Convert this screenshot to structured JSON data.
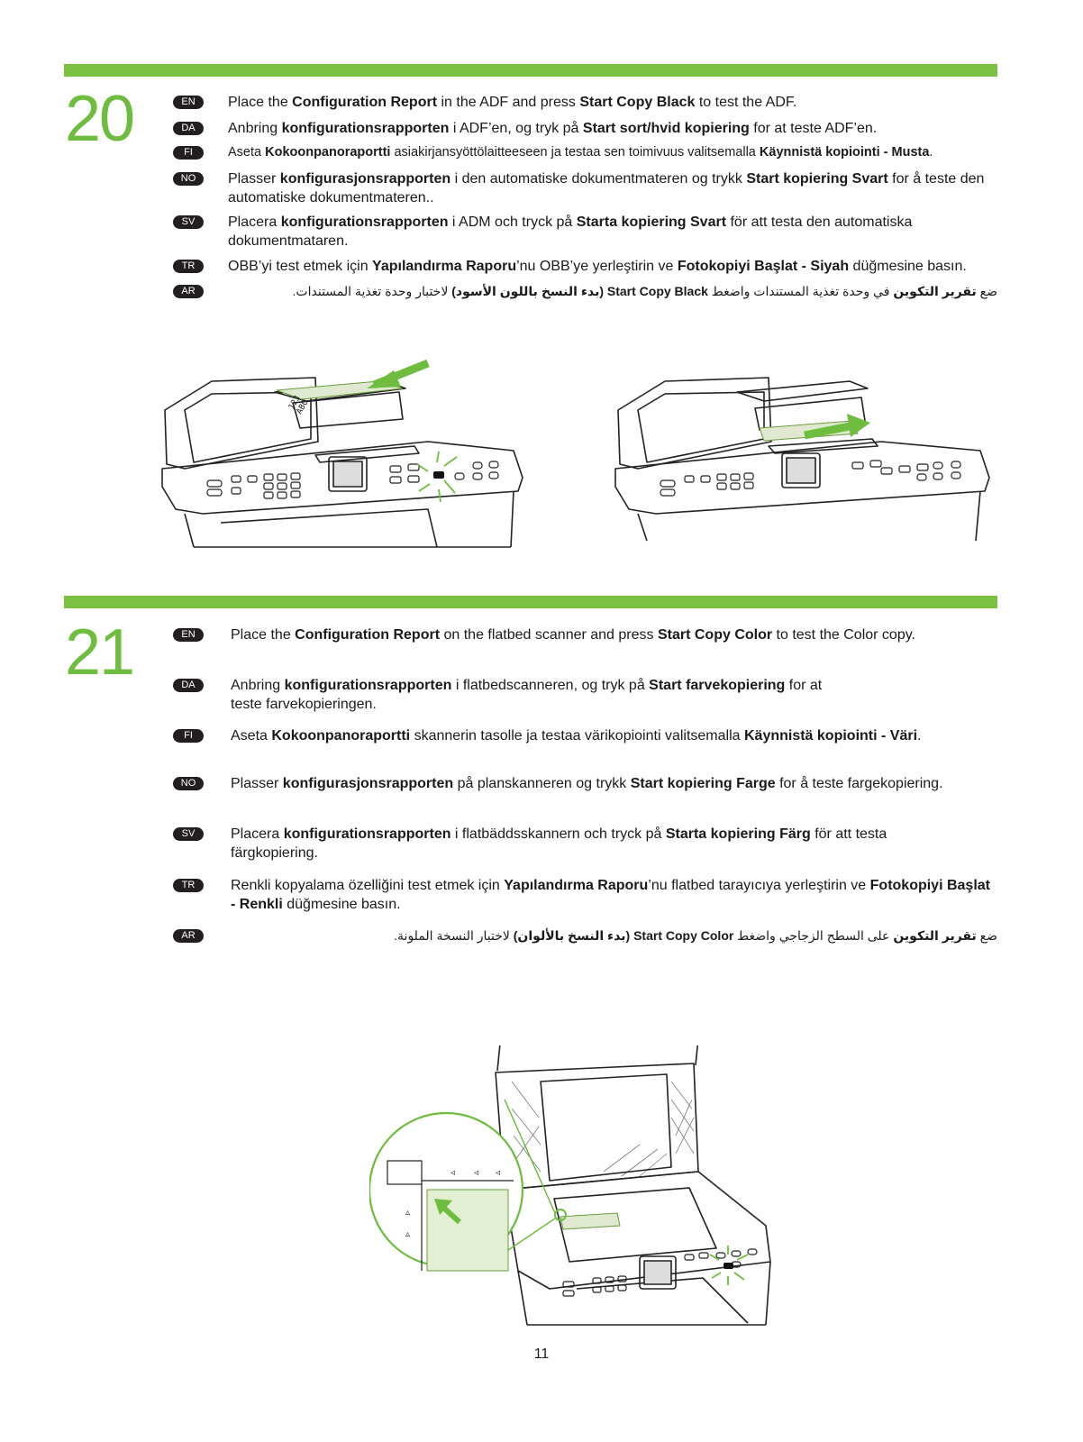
{
  "page_number": "11",
  "steps": [
    {
      "number": "20",
      "items": [
        {
          "lang": "EN",
          "parts": [
            {
              "t": "Place the ",
              "b": false
            },
            {
              "t": "Configuration Report",
              "b": true
            },
            {
              "t": " in the ADF and press ",
              "b": false
            },
            {
              "t": "Start Copy Black",
              "b": true
            },
            {
              "t": " to test the ADF.",
              "b": false
            }
          ]
        },
        {
          "lang": "DA",
          "parts": [
            {
              "t": "Anbring ",
              "b": false
            },
            {
              "t": "konfigurationsrapporten",
              "b": true
            },
            {
              "t": " i ADF’en, og tryk på ",
              "b": false
            },
            {
              "t": "Start sort/hvid kopiering",
              "b": true
            },
            {
              "t": " for at teste ADF’en.",
              "b": false
            }
          ]
        },
        {
          "lang": "FI",
          "parts": [
            {
              "t": "Aseta ",
              "b": false
            },
            {
              "t": "Kokoonpanoraportti",
              "b": true
            },
            {
              "t": " asiakirjansyöttölaitteeseen ja testaa sen toimivuus valitsemalla ",
              "b": false
            },
            {
              "t": "Käynnistä kopiointi - Musta",
              "b": true
            },
            {
              "t": ".",
              "b": false
            }
          ]
        },
        {
          "lang": "NO",
          "parts": [
            {
              "t": "Plasser ",
              "b": false
            },
            {
              "t": "konfigurasjonsrapporten",
              "b": true
            },
            {
              "t": " i den automatiske dokumentmateren og trykk ",
              "b": false
            },
            {
              "t": "Start kopiering Svart",
              "b": true
            },
            {
              "t": " for å teste den automatiske dokumentmateren..",
              "b": false
            }
          ]
        },
        {
          "lang": "SV",
          "parts": [
            {
              "t": "Placera ",
              "b": false
            },
            {
              "t": "konfigurationsrapporten",
              "b": true
            },
            {
              "t": " i ADM och tryck på ",
              "b": false
            },
            {
              "t": "Starta kopiering Svart",
              "b": true
            },
            {
              "t": " för att testa den automatiska dokumentmataren.",
              "b": false
            }
          ]
        },
        {
          "lang": "TR",
          "parts": [
            {
              "t": "OBB’yi test etmek için ",
              "b": false
            },
            {
              "t": "Yapılandırma Raporu",
              "b": true
            },
            {
              "t": "’nu OBB’ye yerleştirin ve ",
              "b": false
            },
            {
              "t": "Fotokopiyi Başlat - Siyah",
              "b": true
            },
            {
              "t": " düğmesine basın.",
              "b": false
            }
          ]
        },
        {
          "lang": "AR",
          "parts": [
            {
              "t": "ضع ",
              "b": false
            },
            {
              "t": "تقرير التكوين",
              "b": true
            },
            {
              "t": " في وحدة تغذية المستندات واضغط ",
              "b": false
            },
            {
              "t": "Start Copy Black",
              "b": true
            },
            {
              "t": " (بدء النسخ باللون الأسود)",
              "b": true
            },
            {
              "t": " لاختبار وحدة تغذية المستندات.",
              "b": false
            }
          ]
        }
      ]
    },
    {
      "number": "21",
      "items": [
        {
          "lang": "EN",
          "parts": [
            {
              "t": "Place the ",
              "b": false
            },
            {
              "t": "Configuration Report",
              "b": true
            },
            {
              "t": " on the flatbed scanner and press ",
              "b": false
            },
            {
              "t": "Start Copy Color",
              "b": true
            },
            {
              "t": " to test the Color copy.",
              "b": false
            }
          ]
        },
        {
          "lang": "DA",
          "parts": [
            {
              "t": "Anbring ",
              "b": false
            },
            {
              "t": "konfigurationsrapporten",
              "b": true
            },
            {
              "t": " i flatbedscanneren, og tryk på ",
              "b": false
            },
            {
              "t": "Start farvekopiering",
              "b": true
            },
            {
              "t": " for at teste farvekopieringen.",
              "b": false
            }
          ]
        },
        {
          "lang": "FI",
          "parts": [
            {
              "t": "Aseta ",
              "b": false
            },
            {
              "t": "Kokoonpanoraportti",
              "b": true
            },
            {
              "t": " skannerin tasolle ja testaa värikopiointi valitsemalla ",
              "b": false
            },
            {
              "t": "Käynnistä kopiointi - Väri",
              "b": true
            },
            {
              "t": ".",
              "b": false
            }
          ]
        },
        {
          "lang": "NO",
          "parts": [
            {
              "t": "Plasser ",
              "b": false
            },
            {
              "t": "konfigurasjonsrapporten",
              "b": true
            },
            {
              "t": " på planskanneren og trykk ",
              "b": false
            },
            {
              "t": "Start kopiering Farge",
              "b": true
            },
            {
              "t": " for å teste fargekopiering.",
              "b": false
            }
          ]
        },
        {
          "lang": "SV",
          "parts": [
            {
              "t": "Placera ",
              "b": false
            },
            {
              "t": "konfigurationsrapporten",
              "b": true
            },
            {
              "t": " i flatbäddsskannern och tryck på ",
              "b": false
            },
            {
              "t": "Starta kopiering Färg",
              "b": true
            },
            {
              "t": " för att testa färgkopiering.",
              "b": false
            }
          ]
        },
        {
          "lang": "TR",
          "parts": [
            {
              "t": "Renkli kopyalama özelliğini test etmek için ",
              "b": false
            },
            {
              "t": "Yapılandırma Raporu",
              "b": true
            },
            {
              "t": "’nu flatbed tarayıcıya yerleştirin ve ",
              "b": false
            },
            {
              "t": "Fotokopiyi Başlat - Renkli",
              "b": true
            },
            {
              "t": " düğmesine basın.",
              "b": false
            }
          ]
        },
        {
          "lang": "AR",
          "parts": [
            {
              "t": "ضع ",
              "b": false
            },
            {
              "t": "تقرير التكوين",
              "b": true
            },
            {
              "t": " على السطح الزجاجي واضغط ",
              "b": false
            },
            {
              "t": "Start Copy Color",
              "b": true
            },
            {
              "t": " (بدء النسخ بالألوان)",
              "b": true
            },
            {
              "t": " لاختبار النسخة الملونة.",
              "b": false
            }
          ]
        }
      ]
    }
  ],
  "figures": {
    "paper_label": "123\nABC",
    "accent_color": "#7ac142",
    "led_color": "#7ac142"
  }
}
